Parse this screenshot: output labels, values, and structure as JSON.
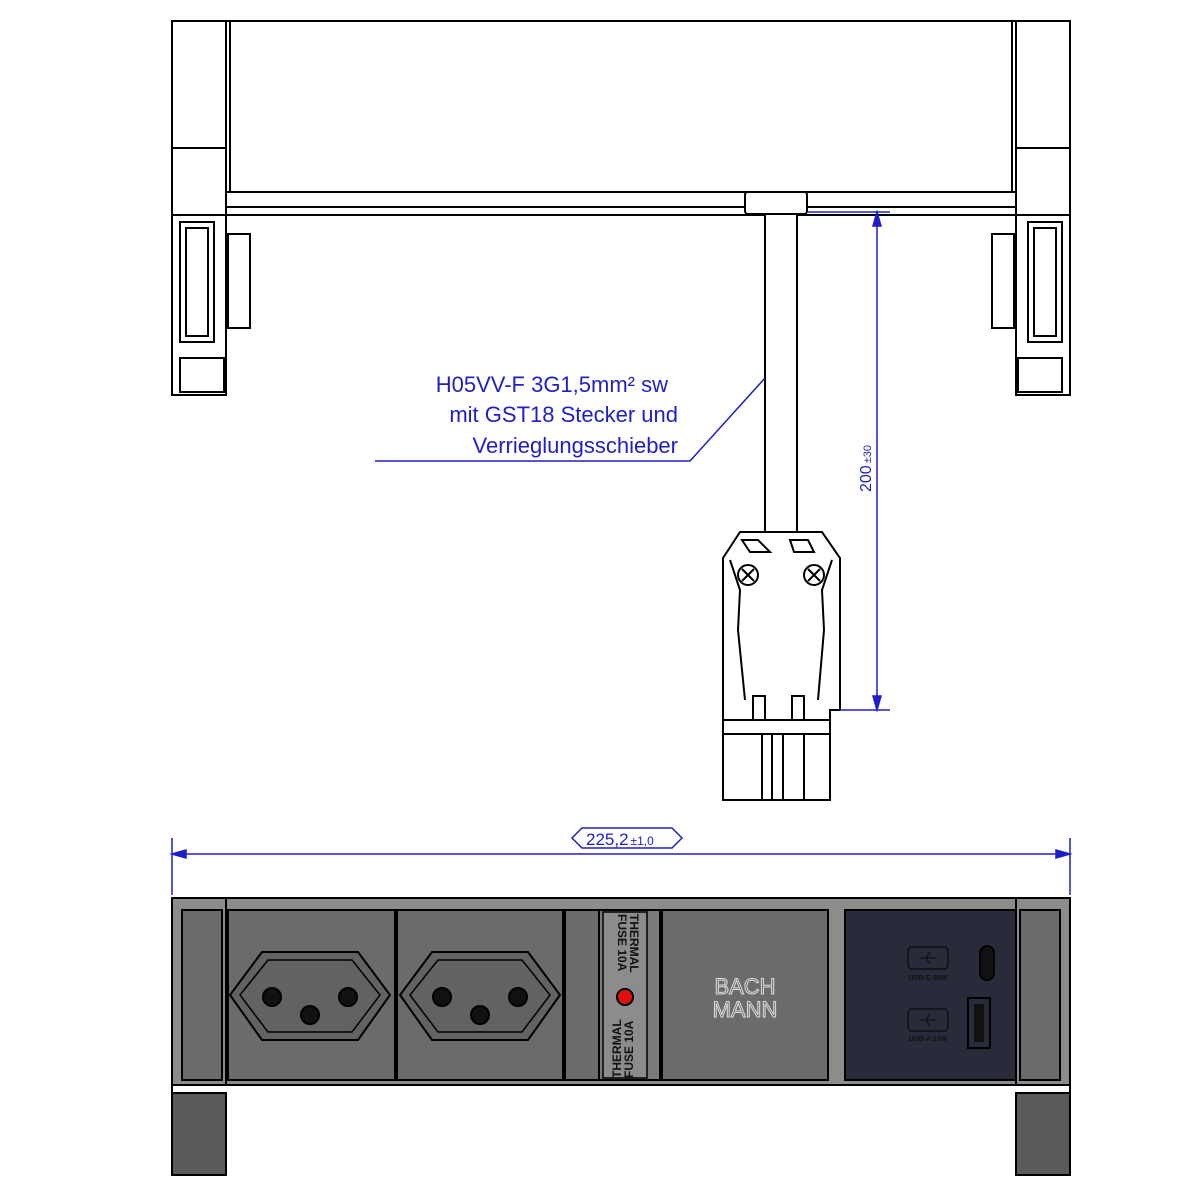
{
  "annotation": {
    "line1": "H05VV-F 3G1,5mm² sw",
    "line2": "mit GST18 Stecker und",
    "line3": "Verrieglungsschieber"
  },
  "dimensions": {
    "cable_length": "200",
    "cable_tolerance": "±30",
    "width": "225,2",
    "width_tolerance": "±1,0"
  },
  "front": {
    "fuse_label_1": "THERMAL",
    "fuse_label_2": "FUSE 10A",
    "brand_line1": "BACH",
    "brand_line2": "MANN",
    "usb_c_label": "USB-C 65W",
    "usb_a_label": "USB-A 15W"
  },
  "colors": {
    "annotation": "#1f1fc8",
    "panel": "#8c8c8c",
    "module": "#6b6b6b",
    "usb_module": "#2a2b3a",
    "fuse_indicator": "#e01010"
  }
}
